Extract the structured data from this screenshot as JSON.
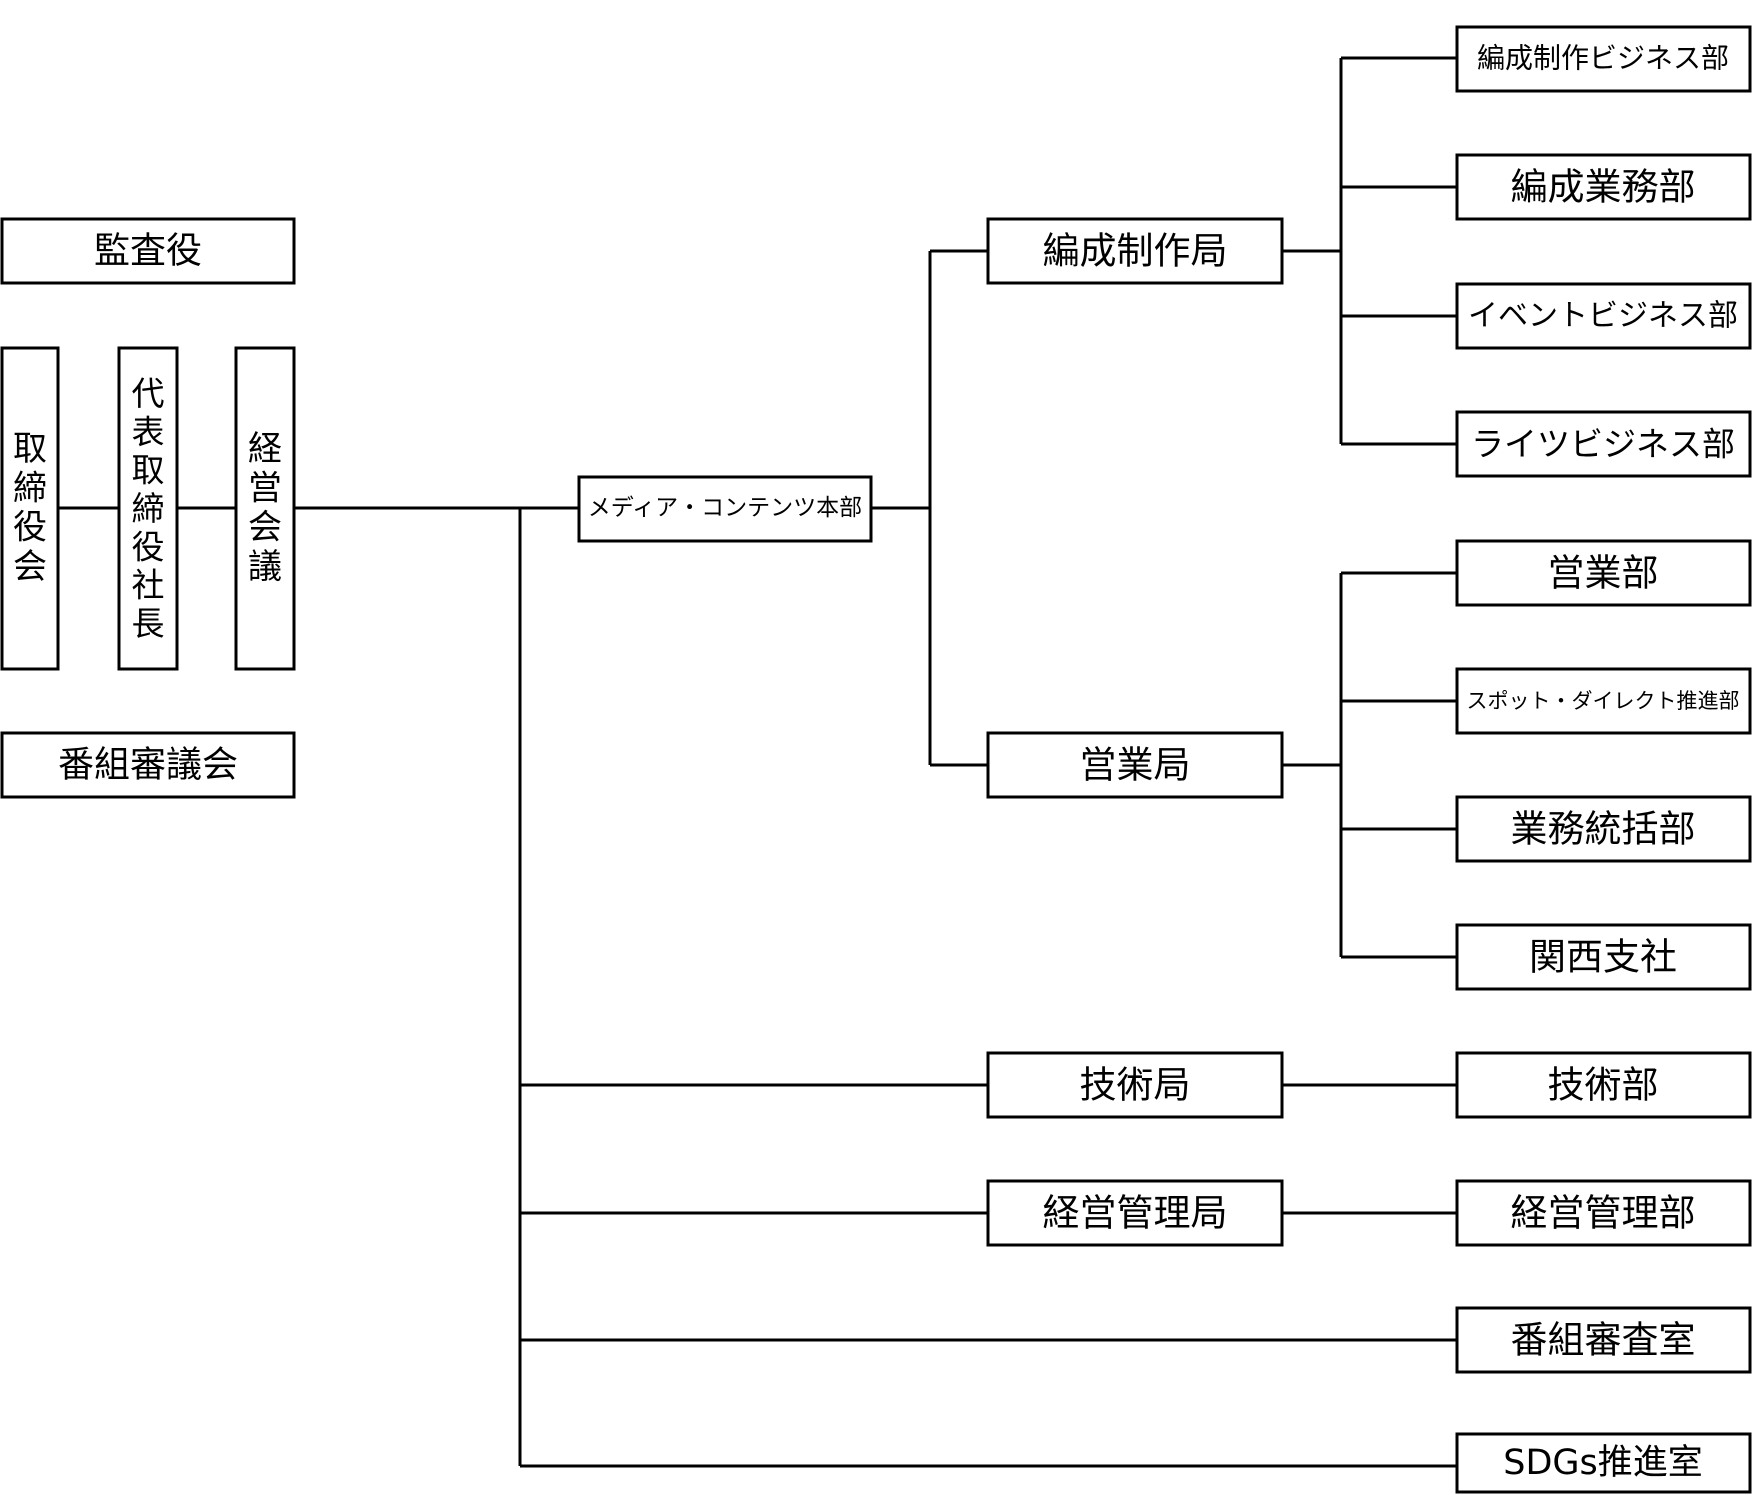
{
  "diagram": {
    "left_nodes": {
      "auditor": "監査役",
      "board": "取締役会",
      "president": "代表取締役社長",
      "management_council": "経営会議",
      "program_council": "番組審議会"
    },
    "hq": "メディア・コンテンツ本部",
    "bureaus": {
      "programming": "編成制作局",
      "sales": "営業局",
      "technology": "技術局",
      "management": "経営管理局"
    },
    "departments": {
      "programming_business": "編成制作ビジネス部",
      "programming_affairs": "編成業務部",
      "event_business": "イベントビジネス部",
      "rights_business": "ライツビジネス部",
      "sales_dept": "営業部",
      "spot_direct": "スポット・ダイレクト推進部",
      "business_control": "業務統括部",
      "kansai_branch": "関西支社",
      "technology_dept": "技術部",
      "management_dept": "経営管理部",
      "program_review_office": "番組審査室",
      "sdgs_office": "SDGs推進室"
    }
  }
}
